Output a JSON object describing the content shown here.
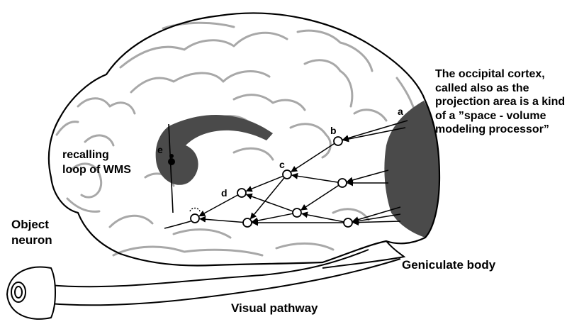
{
  "description_lines": [
    "The occipital cortex,",
    "called also as the",
    "projection area is a kind",
    "of a ”space - volume",
    "modeling processor”"
  ],
  "labels": {
    "recalling_line1": "recalling",
    "recalling_line2": "loop of WMS",
    "object_line1": "Object",
    "object_line2": "neuron",
    "geniculate": "Geniculate body",
    "visual_pathway": "Visual pathway"
  },
  "node_labels": {
    "a": "a",
    "b": "b",
    "c": "c",
    "d": "d",
    "e": "e"
  },
  "colors": {
    "brain_outline": "#000000",
    "brain_sulci": "#a8a8a8",
    "occipital_fill": "#4a4a4a",
    "recall_loop_fill": "#4a4a4a",
    "edge": "#000000"
  }
}
